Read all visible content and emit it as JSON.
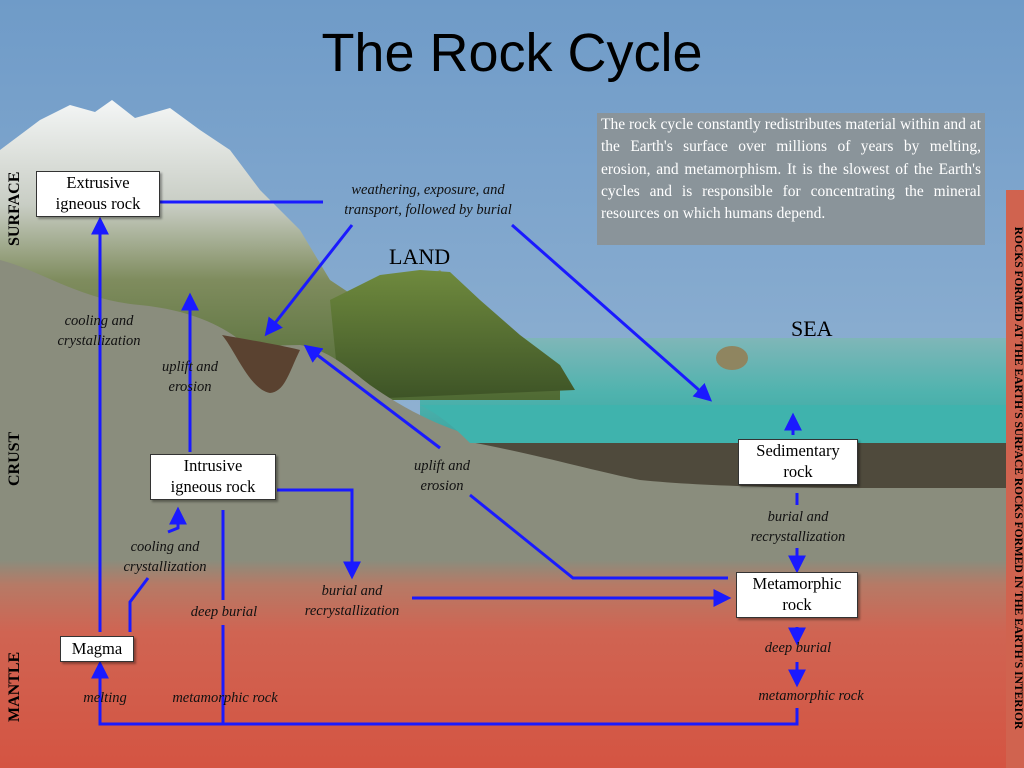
{
  "title": "The Rock Cycle",
  "info_text": "The rock cycle constantly redistributes material within and at the Earth's surface over millions of years by melting, erosion, and metamorphism. It is the slowest of the Earth's cycles and is responsible for concentrating the mineral resources on which humans depend.",
  "regions": {
    "land": "LAND",
    "sea": "SEA"
  },
  "layers": {
    "surface": "SURFACE",
    "crust": "CRUST",
    "mantle": "MANTLE"
  },
  "right_label": "ROCKS FORMED AT THE EARTH'S SURFACE  ROCKS FORMED IN THE EARTH'S INTERIOR",
  "boxes": {
    "extrusive": [
      "Extrusive",
      "igneous rock"
    ],
    "intrusive": [
      "Intrusive",
      "igneous rock"
    ],
    "magma": "Magma",
    "sedimentary": [
      "Sedimentary",
      "rock"
    ],
    "metamorphic": [
      "Metamorphic",
      "rock"
    ]
  },
  "processes": {
    "weathering": [
      "weathering, exposure, and",
      "transport, followed by burial"
    ],
    "cooling_top": [
      "cooling and",
      "crystallization"
    ],
    "uplift_left": [
      "uplift and",
      "erosion"
    ],
    "uplift_mid": [
      "uplift and",
      "erosion"
    ],
    "cooling_bottom": [
      "cooling and",
      "crystallization"
    ],
    "deep_burial_left": "deep burial",
    "burial_mid": [
      "burial and",
      "recrystallization"
    ],
    "burial_right": [
      "burial and",
      "recrystallization"
    ],
    "deep_burial_right": "deep burial",
    "melting": "melting",
    "metamorphic_rock_left": "metamorphic rock",
    "metamorphic_rock_right": "metamorphic rock"
  },
  "colors": {
    "arrow": "#1a1aff",
    "sky": "#7aa3cc",
    "crust": "#8a8d7d",
    "mantle": "#d25a45",
    "sea": "#3ea9a6",
    "sediment": "#4f4a3c",
    "info_bg": "#8a949a"
  }
}
